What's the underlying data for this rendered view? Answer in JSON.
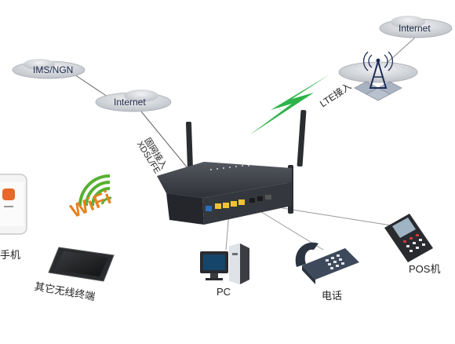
{
  "clouds": {
    "ims": "IMS/NGN",
    "internet_left": "Internet",
    "internet_right": "Internet"
  },
  "links": {
    "wired_line1": "固网接入",
    "wired_line2": "XDSL/FE",
    "lte": "LTE接入"
  },
  "wifi_text": "WiFi",
  "devices": {
    "phone": "手机",
    "tablet": "其它无线终端",
    "pc": "PC",
    "telephone": "电话",
    "pos": "POS机"
  },
  "colors": {
    "cloud_fill": "#d7dade",
    "router_body": "#3a3d44",
    "lan_port": "#f3c230",
    "wan_port": "#2c6fb7",
    "lightning": "#2db34a",
    "wifi_orange": "#e6821e",
    "wifi_green": "#57b033"
  }
}
